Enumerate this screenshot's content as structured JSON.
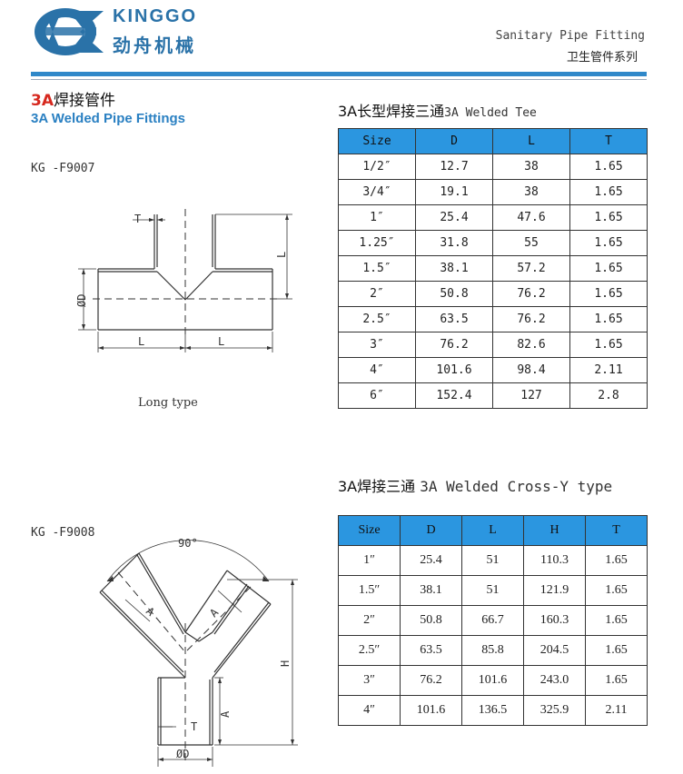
{
  "header": {
    "brand_en": "KINGGO",
    "brand_cn": "劲舟机械",
    "series_en": "Sanitary Pipe Fitting",
    "series_cn": "卫生管件系列",
    "accent_color": "#2f88c9"
  },
  "section": {
    "title_prefix": "3A",
    "title_cn": "焊接管件",
    "title_en": "3A Welded Pipe Fittings"
  },
  "product1": {
    "code": "KG -F9007",
    "caption": "Long type",
    "labels": {
      "t": "T",
      "l": "L",
      "od": "ØD"
    },
    "table_title_cn": "3A长型焊接三通",
    "table_title_en": "3A Welded Tee",
    "headers": [
      "Size",
      "D",
      "L",
      "T"
    ],
    "rows": [
      [
        "1/2″",
        "12.7",
        "38",
        "1.65"
      ],
      [
        "3/4″",
        "19.1",
        "38",
        "1.65"
      ],
      [
        "1″",
        "25.4",
        "47.6",
        "1.65"
      ],
      [
        "1.25″",
        "31.8",
        "55",
        "1.65"
      ],
      [
        "1.5″",
        "38.1",
        "57.2",
        "1.65"
      ],
      [
        "2″",
        "50.8",
        "76.2",
        "1.65"
      ],
      [
        "2.5″",
        "63.5",
        "76.2",
        "1.65"
      ],
      [
        "3″",
        "76.2",
        "82.6",
        "1.65"
      ],
      [
        "4″",
        "101.6",
        "98.4",
        "2.11"
      ],
      [
        "6″",
        "152.4",
        "127",
        "2.8"
      ]
    ]
  },
  "product2": {
    "code": "KG -F9008",
    "labels": {
      "angle": "90°",
      "a": "A",
      "h": "H",
      "t": "T",
      "od": "ØD"
    },
    "table_title_cn": "3A焊接三通",
    "table_title_en": "3A Welded Cross-Y type",
    "headers": [
      "Size",
      "D",
      "L",
      "H",
      "T"
    ],
    "rows": [
      [
        "1″",
        "25.4",
        "51",
        "110.3",
        "1.65"
      ],
      [
        "1.5″",
        "38.1",
        "51",
        "121.9",
        "1.65"
      ],
      [
        "2″",
        "50.8",
        "66.7",
        "160.3",
        "1.65"
      ],
      [
        "2.5″",
        "63.5",
        "85.8",
        "204.5",
        "1.65"
      ],
      [
        "3″",
        "76.2",
        "101.6",
        "243.0",
        "1.65"
      ],
      [
        "4″",
        "101.6",
        "136.5",
        "325.9",
        "2.11"
      ]
    ]
  }
}
